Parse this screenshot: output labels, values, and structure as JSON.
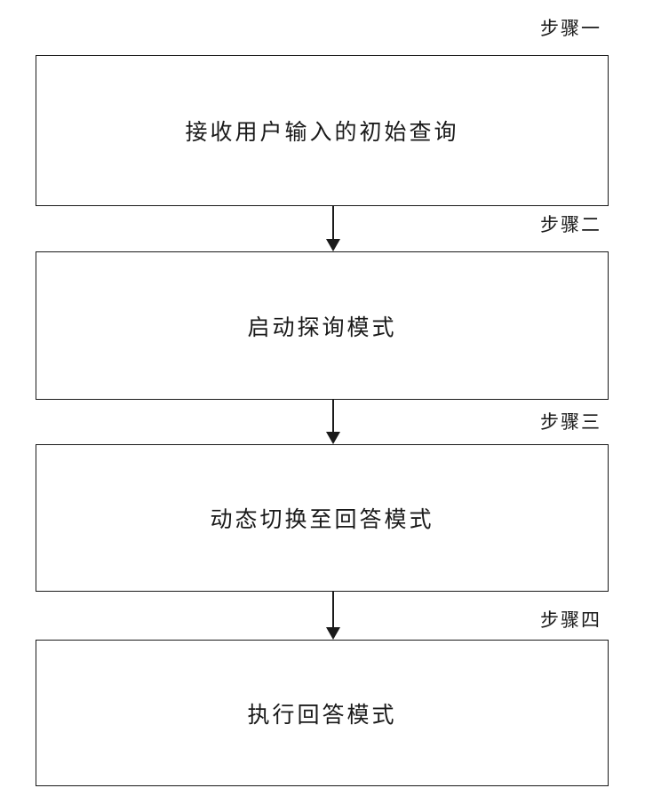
{
  "diagram": {
    "type": "flowchart",
    "direction": "top-down",
    "steps": [
      {
        "label": "步骤一",
        "text": "接收用户输入的初始查询"
      },
      {
        "label": "步骤二",
        "text": "启动探询模式"
      },
      {
        "label": "步骤三",
        "text": "动态切换至回答模式"
      },
      {
        "label": "步骤四",
        "text": "执行回答模式"
      }
    ],
    "colors": {
      "stroke": "#1a1a1a",
      "background": "#ffffff"
    }
  }
}
